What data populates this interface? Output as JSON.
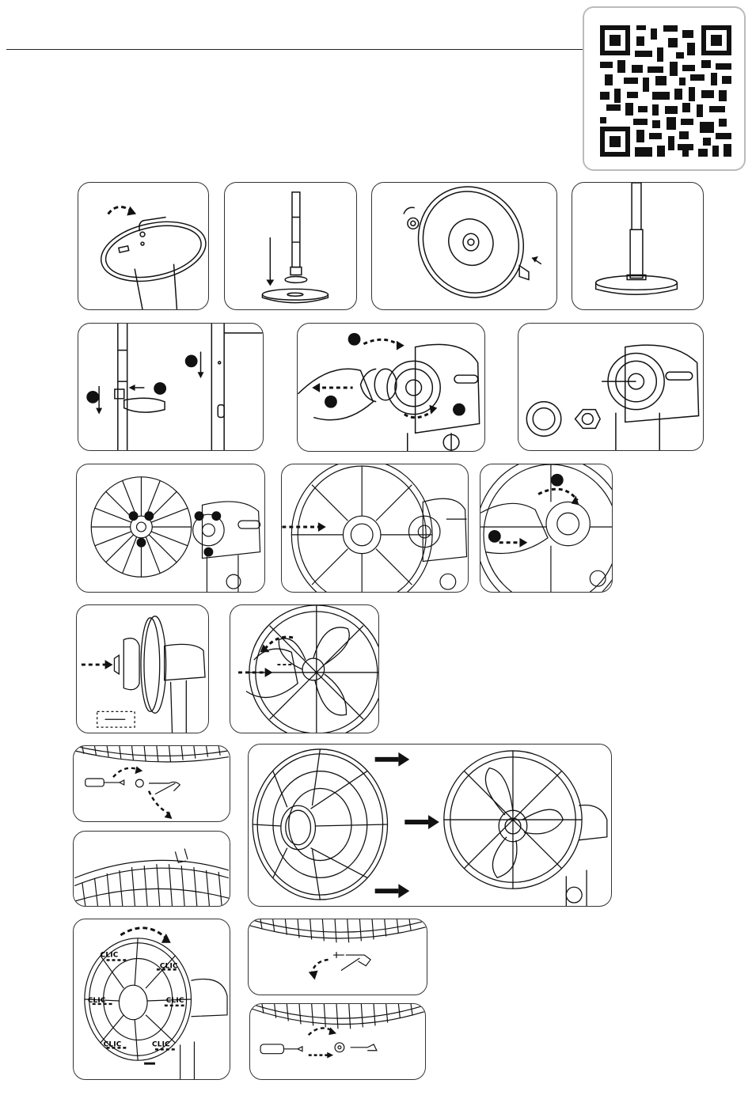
{
  "qr": {
    "icon": "qr-code-icon"
  },
  "panels": {
    "p14": {
      "clic_labels": [
        "CLIC",
        "CLIC",
        "CLIC",
        "CLIC",
        "CLIC",
        "CLIC"
      ]
    }
  },
  "colors": {
    "line": "#111111",
    "border": "#333333",
    "qr_border": "#bbbbbb"
  }
}
